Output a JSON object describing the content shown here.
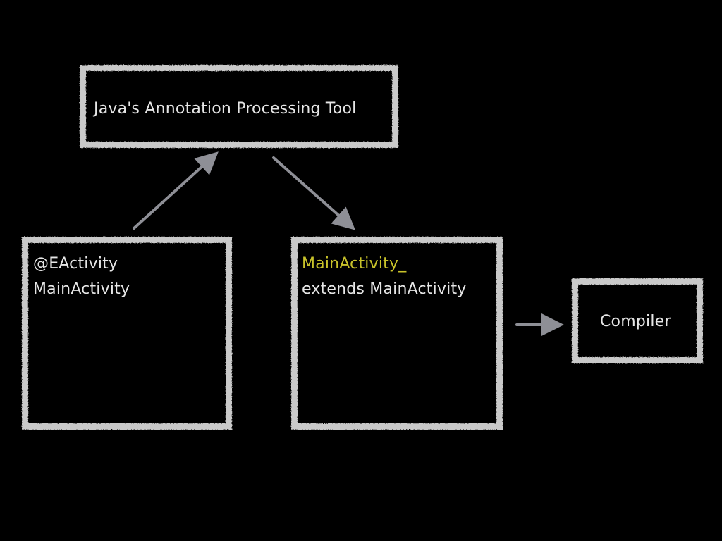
{
  "colors": {
    "background": "#000000",
    "chalk": "#c9c9c9",
    "text": "#e6e6e6",
    "highlight": "#c8c22a",
    "arrow": "#8e8f96"
  },
  "nodes": {
    "apt": {
      "label": "Java's Annotation Processing Tool"
    },
    "source": {
      "line1": "@EActivity",
      "line2": "MainActivity"
    },
    "generated": {
      "line1": "MainActivity_",
      "line2": "extends MainActivity"
    },
    "compiler": {
      "label": "Compiler"
    }
  },
  "edges": [
    {
      "from": "source",
      "to": "apt"
    },
    {
      "from": "apt",
      "to": "generated"
    },
    {
      "from": "generated",
      "to": "compiler"
    }
  ]
}
